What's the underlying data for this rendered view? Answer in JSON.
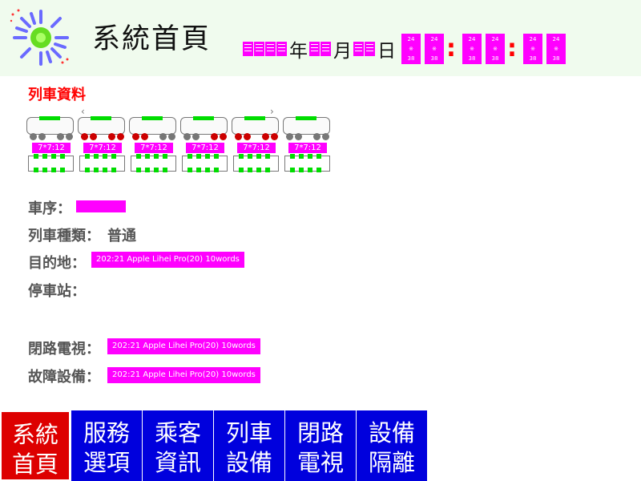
{
  "header": {
    "title": "系統首頁",
    "date_units": {
      "year": "年",
      "month": "月",
      "day": "日"
    },
    "clock": {
      "digit_label": [
        "24",
        "※",
        "38"
      ],
      "separator": ":"
    }
  },
  "train": {
    "section_title": "列車資料",
    "car_labels": [
      "7*7:12",
      "7*7:12",
      "7*7:12",
      "7*7:12",
      "7*7:12",
      "7*7:12"
    ]
  },
  "fields": {
    "order_label": "車序：",
    "type_label": "列車種類：",
    "type_value": "普通",
    "destination_label": "目的地：",
    "destination_value": "202:21 Apple Lihei Pro(20) 10words",
    "stop_label": "停車站：",
    "cctv_label": "閉路電視：",
    "cctv_value": "202:21 Apple Lihei Pro(20) 10words",
    "fault_label": "故障設備：",
    "fault_value": "202:21 Apple Lihei Pro(20) 10words"
  },
  "nav": {
    "items": [
      {
        "line1": "系統",
        "line2": "首頁"
      },
      {
        "line1": "服務",
        "line2": "選項"
      },
      {
        "line1": "乘客",
        "line2": "資訊"
      },
      {
        "line1": "列車",
        "line2": "設備"
      },
      {
        "line1": "閉路",
        "line2": "電視"
      },
      {
        "line1": "設備",
        "line2": "隔離"
      }
    ]
  },
  "colors": {
    "accent_red": "#ff0000",
    "placeholder_magenta": "#ff00ff",
    "nav_blue": "#0000dd",
    "nav_active_red": "#dd0000",
    "indicator_green": "#00dd00"
  }
}
